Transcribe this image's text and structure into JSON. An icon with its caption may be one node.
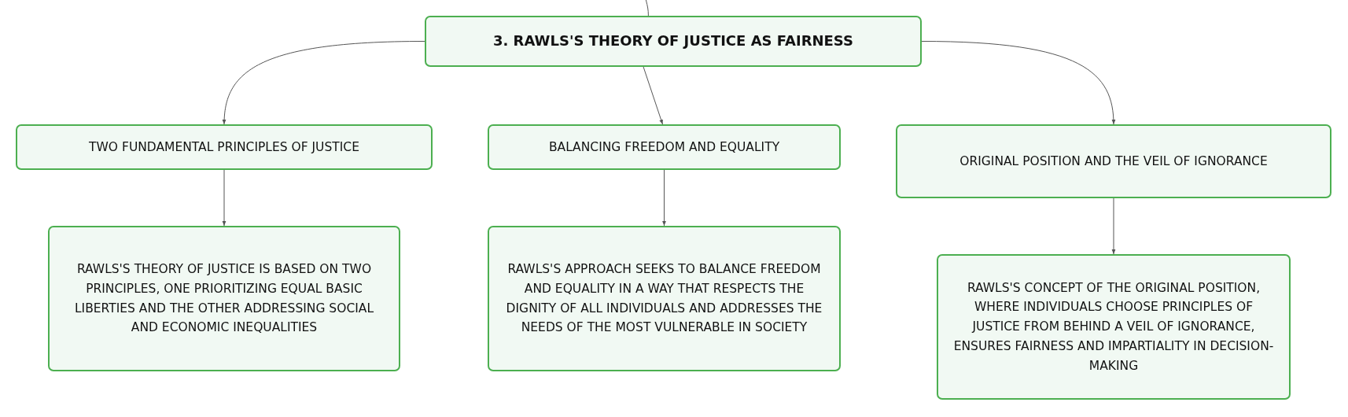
{
  "diagram": {
    "nodes": [
      {
        "text": [
          "3. RAWLS'S THEORY OF JUSTICE AS FAIRNESS"
        ]
      },
      {
        "text": [
          "TWO FUNDAMENTAL PRINCIPLES OF JUSTICE"
        ]
      },
      {
        "text": [
          "BALANCING FREEDOM AND EQUALITY"
        ]
      },
      {
        "text": [
          "ORIGINAL POSITION AND THE VEIL OF IGNORANCE"
        ]
      },
      {
        "text": [
          "RAWLS'S THEORY OF JUSTICE IS BASED ON TWO PRINCIPLES, ONE PRIORITIZING EQUAL BASIC LIBERTIES AND THE OTHER ADDRESSING SOCIAL AND ECONOMIC INEQUALITIES"
        ]
      },
      {
        "text": [
          "RAWLS'S APPROACH SEEKS TO BALANCE FREEDOM AND EQUALITY IN A WAY THAT RESPECTS THE DIGNITY OF ALL INDIVIDUALS AND ADDRESSES THE NEEDS OF THE MOST VULNERABLE IN SOCIETY"
        ]
      },
      {
        "text": [
          "RAWLS'S CONCEPT OF THE ORIGINAL POSITION, WHERE INDIVIDUALS CHOOSE PRINCIPLES OF JUSTICE FROM BEHIND A VEIL OF IGNORANCE, ENSURES FAIRNESS AND IMPARTIALITY IN DECISION-MAKING"
        ]
      }
    ],
    "edges": [
      {
        "from": null,
        "to": 0,
        "arrow": "none"
      },
      {
        "from": 0,
        "to": 1,
        "arrow": "to"
      },
      {
        "from": 0,
        "to": 2,
        "arrow": "to"
      },
      {
        "from": 0,
        "to": 3,
        "arrow": "to"
      },
      {
        "from": 1,
        "to": 4,
        "arrow": "to"
      },
      {
        "from": 2,
        "to": 5,
        "arrow": "to"
      },
      {
        "from": 3,
        "to": 6,
        "arrow": "to"
      }
    ]
  }
}
